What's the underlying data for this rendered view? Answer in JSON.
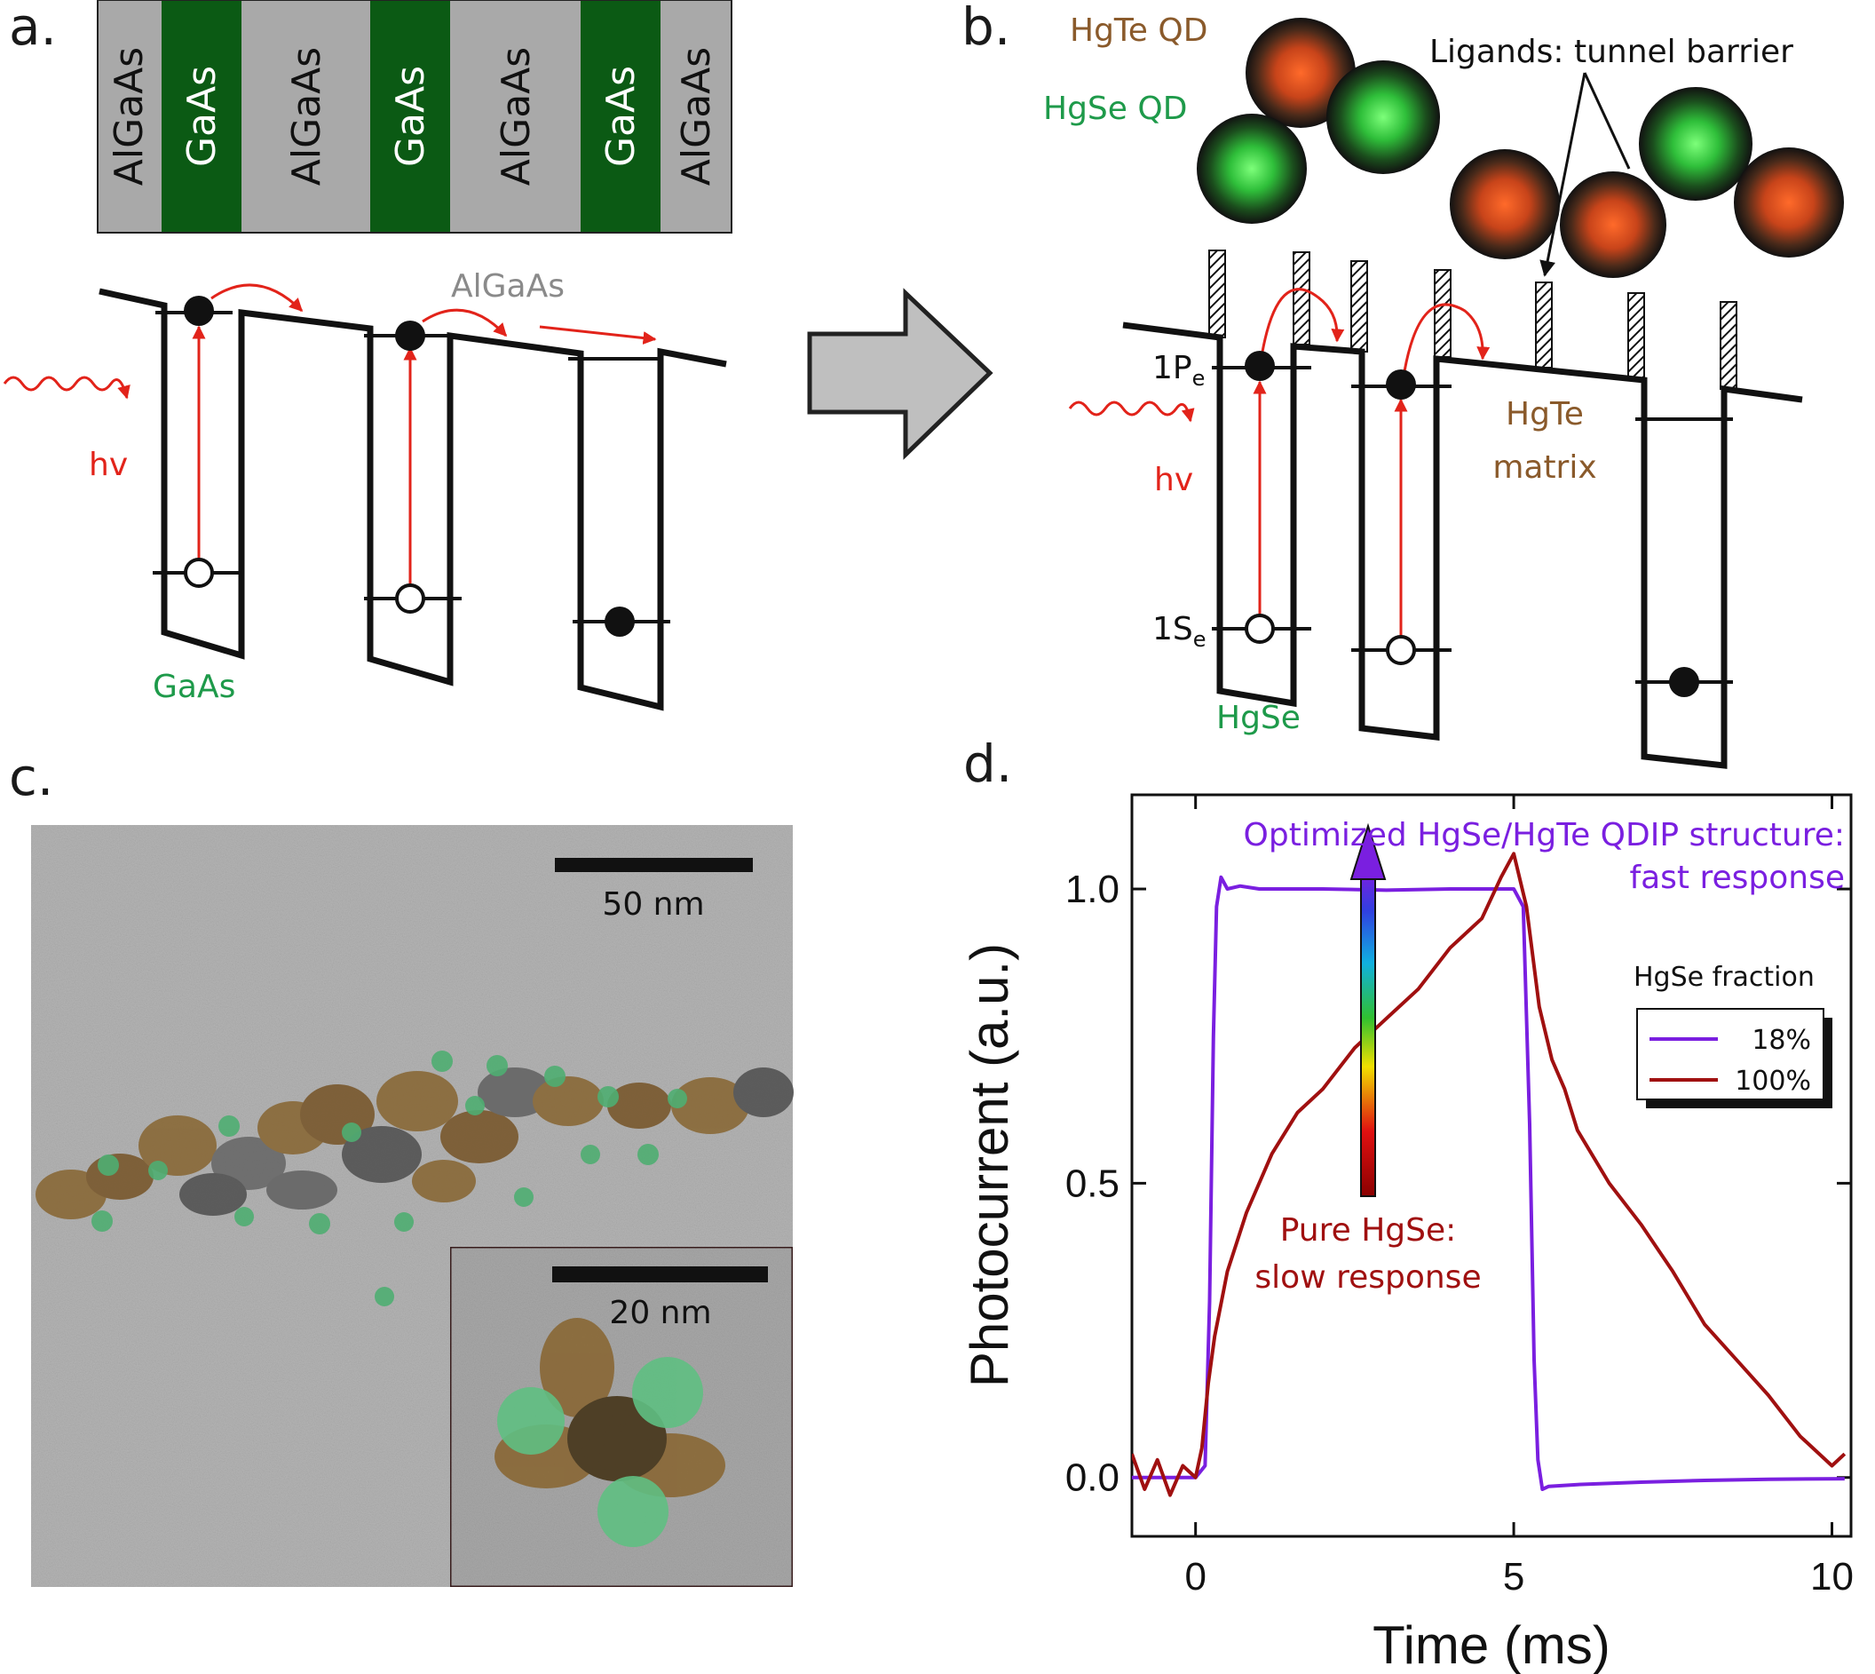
{
  "colors": {
    "gray_layer": "#a9a9a9",
    "green_layer": "#0b5a14",
    "arrow_red": "#e2231a",
    "hgte_brown": "#8a5a2b",
    "hgse_green": "#1e9a4a",
    "purple": "#7a1fe0",
    "darkred": "#a01010",
    "tem_bg": "#b4b4b4"
  },
  "panel_a": {
    "letter": "a.",
    "layers": [
      "AlGaAs",
      "GaAs",
      "AlGaAs",
      "GaAs",
      "AlGaAs",
      "GaAs",
      "AlGaAs"
    ],
    "barrier_label": "AlGaAs",
    "well_label": "GaAs",
    "photon_label": "hv"
  },
  "panel_b": {
    "letter": "b.",
    "hgte_qd_label": "HgTe QD",
    "hgse_qd_label": "HgSe QD",
    "ligand_label": "Ligands: tunnel barrier",
    "level_top_main": "1P",
    "level_top_sub": "e",
    "level_bottom_main": "1S",
    "level_bottom_sub": "e",
    "matrix_label_line1": "HgTe",
    "matrix_label_line2": "matrix",
    "well_label": "HgSe",
    "photon_label": "hv"
  },
  "panel_c": {
    "letter": "c.",
    "scale_main": "50 nm",
    "scale_inset": "20 nm"
  },
  "panel_d": {
    "letter": "d.",
    "annotation_top_line1": "Optimized HgSe/HgTe QDIP structure:",
    "annotation_top_line2": "fast response",
    "annotation_bottom_line1": "Pure HgSe:",
    "annotation_bottom_line2": "slow response",
    "legend_title": "HgSe fraction"
  },
  "chart_data": {
    "type": "line",
    "title": "",
    "xlabel": "Time (ms)",
    "ylabel": "Photocurrent (a.u.)",
    "xlim": [
      -1,
      10.3
    ],
    "ylim": [
      -0.1,
      1.16
    ],
    "xticks": [
      0,
      5,
      10
    ],
    "xtick_labels": [
      "0",
      "5",
      "10"
    ],
    "yticks": [
      0.0,
      0.5,
      1.0
    ],
    "ytick_labels": [
      "0.0",
      "0.5",
      "1.0"
    ],
    "legend_position": "right",
    "series": [
      {
        "name": "18%",
        "color": "#7a1fe0",
        "x": [
          -1.0,
          0.0,
          0.15,
          0.22,
          0.28,
          0.33,
          0.4,
          0.5,
          0.7,
          1.0,
          2.0,
          3.0,
          4.0,
          5.0,
          5.15,
          5.25,
          5.32,
          5.38,
          5.45,
          5.55,
          6.0,
          7.0,
          8.0,
          9.0,
          10.2
        ],
        "y": [
          0.0,
          0.0,
          0.02,
          0.3,
          0.75,
          0.97,
          1.02,
          1.0,
          1.005,
          1.0,
          1.0,
          0.998,
          1.0,
          1.0,
          0.97,
          0.6,
          0.2,
          0.03,
          -0.02,
          -0.015,
          -0.012,
          -0.008,
          -0.005,
          -0.003,
          -0.002
        ]
      },
      {
        "name": "100%",
        "color": "#a01010",
        "x": [
          -1.0,
          -0.8,
          -0.6,
          -0.4,
          -0.2,
          0.0,
          0.1,
          0.2,
          0.3,
          0.5,
          0.8,
          1.2,
          1.6,
          2.0,
          2.5,
          3.0,
          3.5,
          4.0,
          4.5,
          4.8,
          5.0,
          5.2,
          5.4,
          5.6,
          5.8,
          6.0,
          6.5,
          7.0,
          7.5,
          8.0,
          8.5,
          9.0,
          9.5,
          10.0,
          10.2
        ],
        "y": [
          0.04,
          -0.02,
          0.03,
          -0.03,
          0.02,
          0.0,
          0.05,
          0.16,
          0.24,
          0.35,
          0.45,
          0.55,
          0.62,
          0.66,
          0.73,
          0.78,
          0.83,
          0.9,
          0.95,
          1.02,
          1.06,
          0.97,
          0.8,
          0.71,
          0.66,
          0.59,
          0.5,
          0.43,
          0.35,
          0.26,
          0.2,
          0.14,
          0.07,
          0.02,
          0.04
        ]
      }
    ]
  }
}
